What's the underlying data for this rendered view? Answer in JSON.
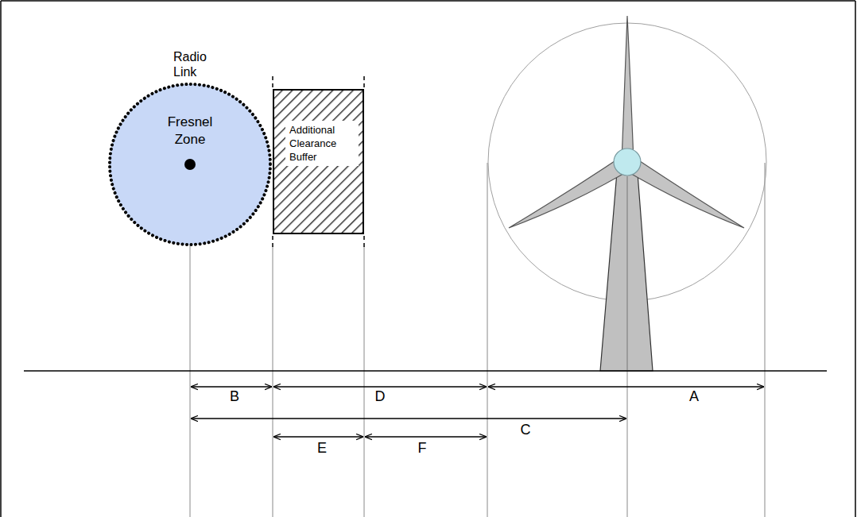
{
  "diagram": {
    "nodes": [
      {
        "text": [
          "Fresnel Zone"
        ]
      },
      {
        "text": [
          "Additional Clearance Buffer"
        ]
      }
    ],
    "labels": [
      "Radio Link",
      "B",
      "D",
      "A",
      "C",
      "E",
      "F"
    ]
  }
}
